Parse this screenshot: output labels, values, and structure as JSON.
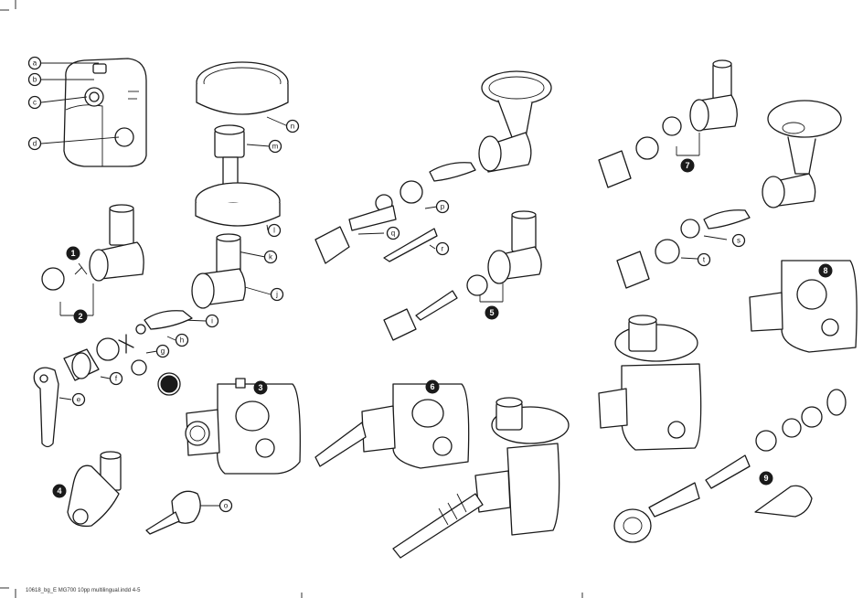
{
  "labels": {
    "a": "a",
    "b": "b",
    "c": "c",
    "d": "d",
    "e": "e",
    "f": "f",
    "g": "g",
    "h": "h",
    "i": "i",
    "j": "j",
    "k": "k",
    "l": "l",
    "m": "m",
    "n": "n",
    "o": "o",
    "p": "p",
    "q": "q",
    "r": "r",
    "s": "s",
    "t": "t"
  },
  "steps": {
    "s1": "1",
    "s2": "2",
    "s3": "3",
    "s4": "4",
    "s5": "5",
    "s6": "6",
    "s7": "7",
    "s8": "8",
    "s9": "9"
  },
  "footer": "10618_bg_E MG700 10pp multilingual.indd   4-5"
}
